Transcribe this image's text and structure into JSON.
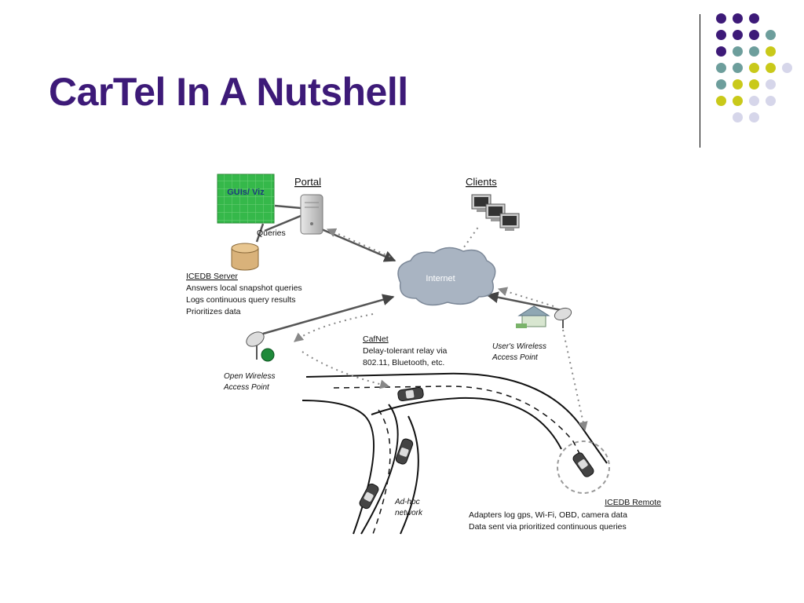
{
  "slide": {
    "title": "CarTel In A Nutshell"
  },
  "decoration": {
    "dot_colors": {
      "purple": "#3d1a78",
      "teal": "#6d9e9c",
      "yellow": "#c9c91a",
      "lavender": "#d6d6ea"
    },
    "dot_grid": [
      [
        "purple",
        "purple",
        "purple"
      ],
      [
        "purple",
        "purple",
        "purple",
        "teal"
      ],
      [
        "purple",
        "teal",
        "teal",
        "yellow"
      ],
      [
        "teal",
        "teal",
        "yellow",
        "yellow",
        "lavender"
      ],
      [
        "teal",
        "yellow",
        "yellow",
        "lavender"
      ],
      [
        "yellow",
        "yellow",
        "lavender",
        "lavender"
      ],
      [
        "lavender",
        "lavender"
      ]
    ]
  },
  "diagram": {
    "guis_viz": "GUIs/ Viz",
    "portal": "Portal",
    "clients": "Clients",
    "queries": "Queries",
    "internet": "Internet",
    "icedb_server": {
      "title": "ICEDB Server",
      "lines": [
        "Answers local snapshot queries",
        "Logs continuous query results",
        "Prioritizes data"
      ]
    },
    "cafnet": {
      "title": "CafNet",
      "lines": [
        "Delay-tolerant relay via",
        "802.11, Bluetooth, etc."
      ]
    },
    "users_access_point": [
      "User's Wireless",
      "Access Point"
    ],
    "open_access_point": [
      "Open Wireless",
      "Access Point"
    ],
    "adhoc": [
      "Ad-hoc",
      "network"
    ],
    "icedb_remote": {
      "title": "ICEDB Remote",
      "lines": [
        "Adapters log gps, Wi-Fi, OBD, camera data",
        "Data sent via prioritized continuous queries"
      ]
    }
  }
}
